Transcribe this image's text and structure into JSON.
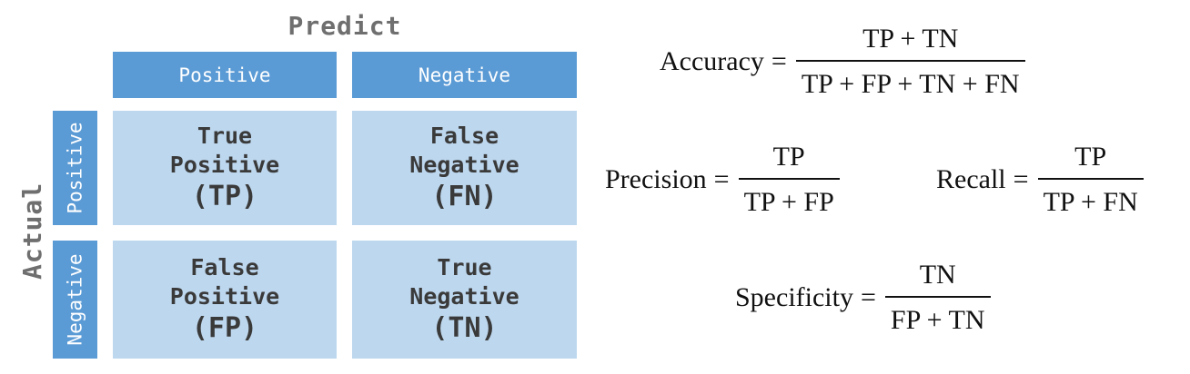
{
  "colors": {
    "header_bg": "#5b9bd5",
    "cell_bg": "#bdd7ee",
    "cell_text": "#3a3a3a",
    "axis_title": "#6f6f6f"
  },
  "matrix": {
    "predict_title": "Predict",
    "actual_title": "Actual",
    "columns": [
      "Positive",
      "Negative"
    ],
    "rows": [
      "Positive",
      "Negative"
    ],
    "cells": [
      {
        "line1": "True",
        "line2": "Positive",
        "line3": "(TP)"
      },
      {
        "line1": "False",
        "line2": "Negative",
        "line3": "(FN)"
      },
      {
        "line1": "False",
        "line2": "Positive",
        "line3": "(FP)"
      },
      {
        "line1": "True",
        "line2": "Negative",
        "line3": "(TN)"
      }
    ]
  },
  "formulas": {
    "accuracy": {
      "label": "Accuracy",
      "eq": "=",
      "numerator": "TP + TN",
      "denominator": "TP + FP + TN + FN"
    },
    "precision": {
      "label": "Precision",
      "eq": "=",
      "numerator": "TP",
      "denominator": "TP + FP"
    },
    "recall": {
      "label": "Recall",
      "eq": "=",
      "numerator": "TP",
      "denominator": "TP + FN"
    },
    "specificity": {
      "label": "Specificity",
      "eq": "=",
      "numerator": "TN",
      "denominator": "FP + TN"
    }
  }
}
